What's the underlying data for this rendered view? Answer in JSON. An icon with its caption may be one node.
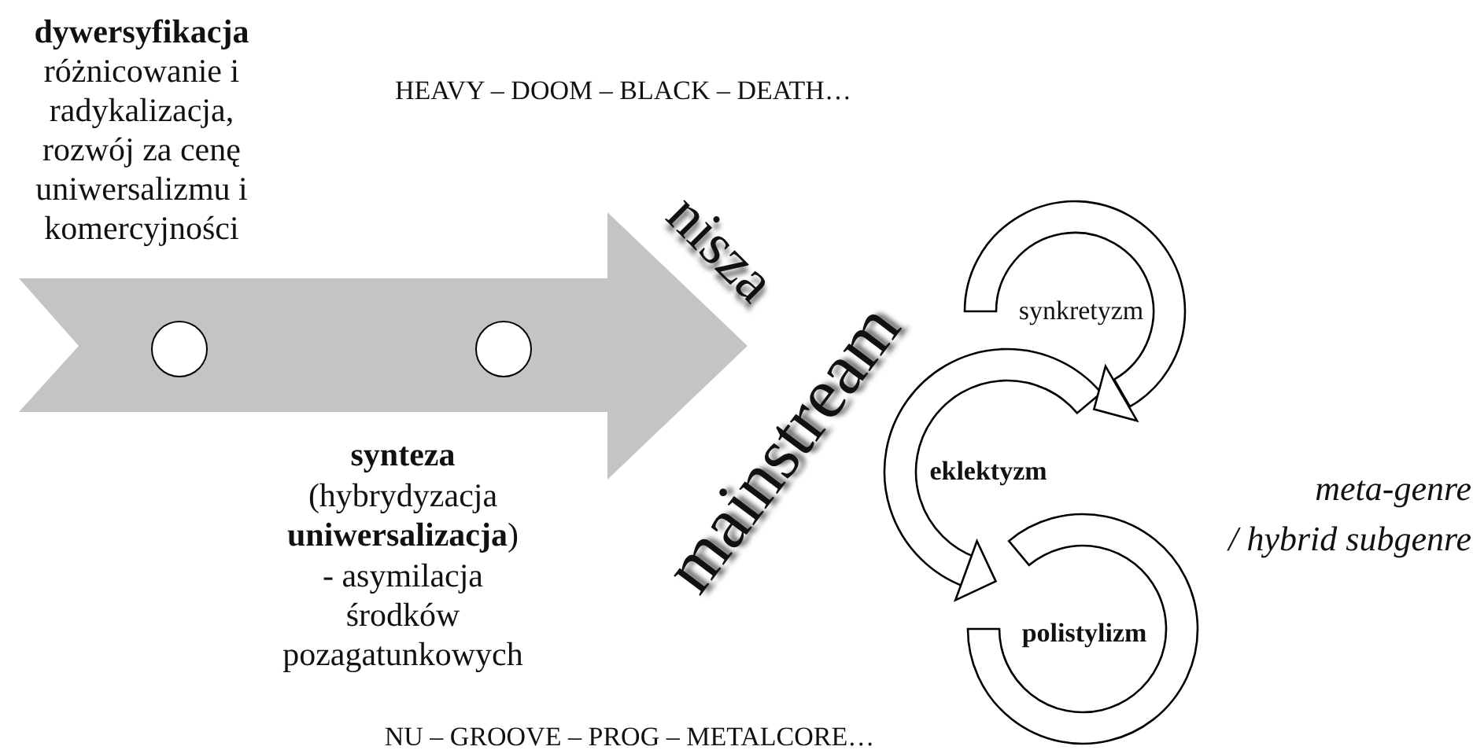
{
  "diagram": {
    "nodes": [
      {
        "text": [],
        "shape": "arrow"
      },
      {
        "text": [],
        "shape": "circle",
        "in": 0
      },
      {
        "text": [],
        "shape": "circle",
        "in": 0
      },
      {
        "text": [
          "synkretyzm"
        ]
      },
      {
        "text": [
          "eklektyzm"
        ]
      },
      {
        "text": [
          "polistylizm"
        ]
      }
    ],
    "edges": [
      {
        "from": 3,
        "to": 4,
        "arrow": "to"
      },
      {
        "from": 4,
        "to": 5,
        "arrow": "to"
      }
    ],
    "labels": [
      "dywersyfikacja",
      "różnicowanie i radykalizacja, rozwój za cenę uniwersalizmu i komercyjności",
      "HEAVY – DOOM – BLACK – DEATH…",
      "nisza",
      "mainstream",
      "synteza",
      "(hybrydyzacja **uniwersalizacja**)",
      "- asymilacja środków pozagatunkowych",
      "meta-genre",
      "/ hybrid subgenre",
      "NU – GROOVE – PROG – METALCORE…"
    ]
  }
}
